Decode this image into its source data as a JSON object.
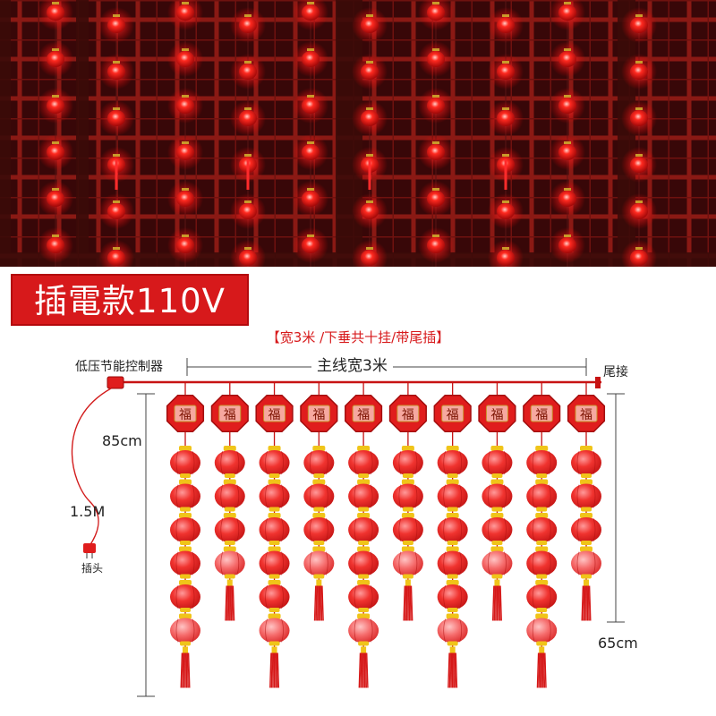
{
  "product": {
    "badge": "插電款110V",
    "spec": "【宽3米 /下垂共十挂/带尾插】"
  },
  "diagram": {
    "controller_label": "低压节能控制器",
    "main_line_label": "主线宽3米",
    "tail_label": "尾接",
    "long_drop_label": "85cm",
    "cable_label": "1.5M",
    "plug_label": "插头",
    "short_drop_label": "65cm",
    "badge_char": "福",
    "strand_count": 10,
    "long_strand_lanterns": 6,
    "short_strand_lanterns": 4
  },
  "colors": {
    "accent_red": "#d7191b",
    "gold": "#f0c419",
    "photo_dark": "#2a0708"
  }
}
